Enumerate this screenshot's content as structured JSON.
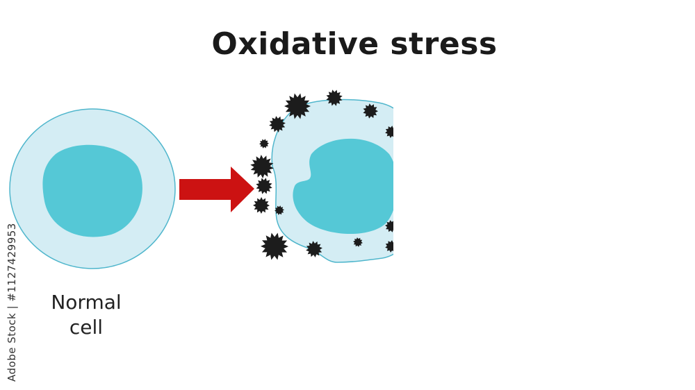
{
  "title": "Oxidative stress",
  "normal_cell_label": {
    "line1": "Normal",
    "line2": "cell"
  },
  "credit": "Adobe Stock | #1127429953",
  "colors": {
    "cytoplasm": "#d4edf4",
    "membrane": "#4fb6cc",
    "nucleus": "#55c8d6",
    "arrow": "#cc1212",
    "free_radical": "#1c1c1c"
  },
  "icons": {
    "arrow": "arrow-right-icon",
    "free_radical": "free-radical-icon"
  }
}
